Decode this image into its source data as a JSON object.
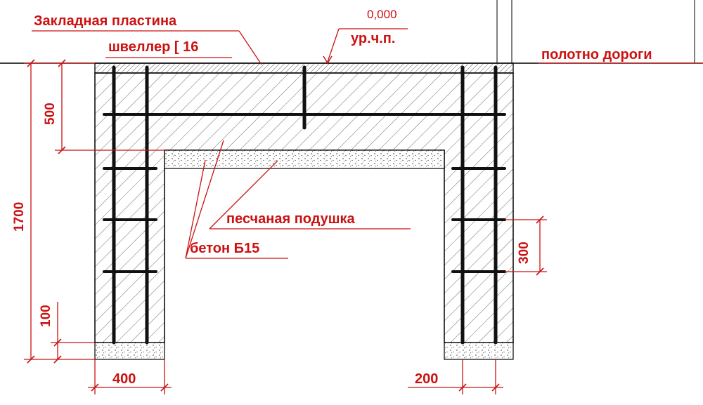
{
  "labels": {
    "embedded_plate": "Закладная пластина",
    "channel": "швеллер [ 16",
    "level_value": "0,000",
    "level_name": "ур.ч.п.",
    "road_surface": "полотно дороги",
    "sand_cushion": "песчаная подушка",
    "concrete": "бетон Б15"
  },
  "dimensions": {
    "top_slab": "500",
    "total_height": "1700",
    "base_layer": "100",
    "rebar_spacing": "300",
    "wall_width": "400",
    "rebar_offset": "200"
  },
  "colors": {
    "annotation": "#cc1111",
    "lines": "#000000",
    "hatch": "#333333"
  }
}
